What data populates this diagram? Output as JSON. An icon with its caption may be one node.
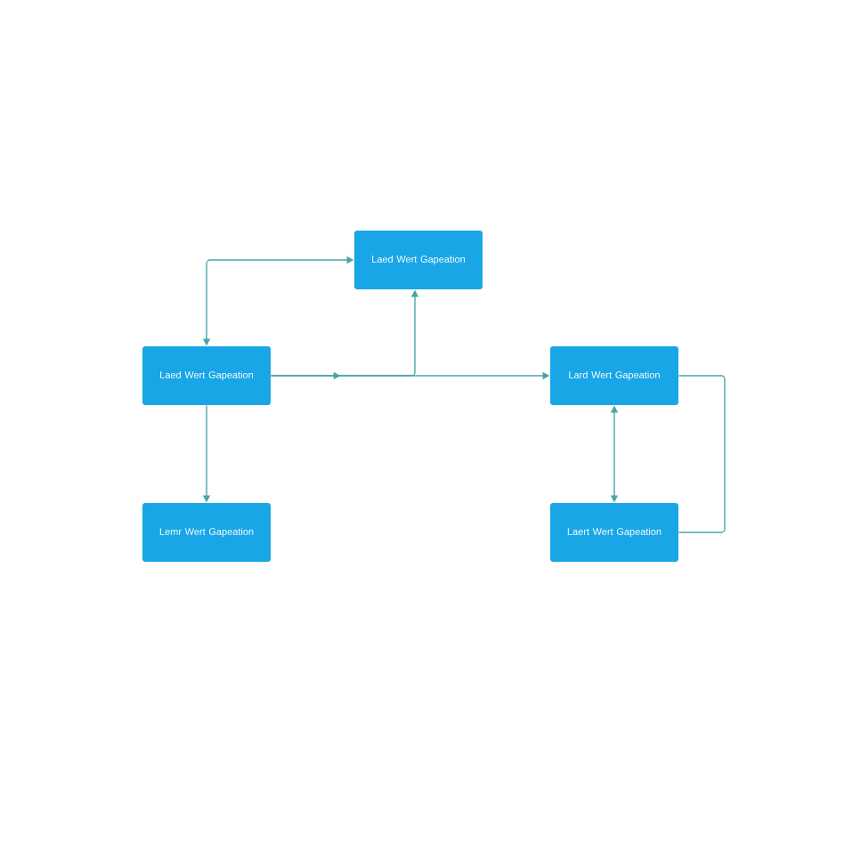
{
  "diagram": {
    "nodes": [
      {
        "text": [
          "Laed Wert Gapeation"
        ]
      },
      {
        "text": [
          "Laed Wert Gapeation"
        ]
      },
      {
        "text": [
          "Lard Wert Gapeation"
        ]
      },
      {
        "text": [
          "Lemr Wert Gapeation"
        ]
      },
      {
        "text": [
          "Laert Wert Gapeation"
        ]
      }
    ],
    "edges": [
      {
        "from": 0,
        "to": 1,
        "arrow": "both"
      },
      {
        "from": 1,
        "to": 0,
        "arrow": "to"
      },
      {
        "from": 1,
        "to": 2,
        "arrow": "to"
      },
      {
        "from": 1,
        "to": 3,
        "arrow": "to"
      },
      {
        "from": 2,
        "to": 4,
        "arrow": "both"
      },
      {
        "from": 4,
        "to": 2,
        "arrow": "none"
      }
    ]
  }
}
